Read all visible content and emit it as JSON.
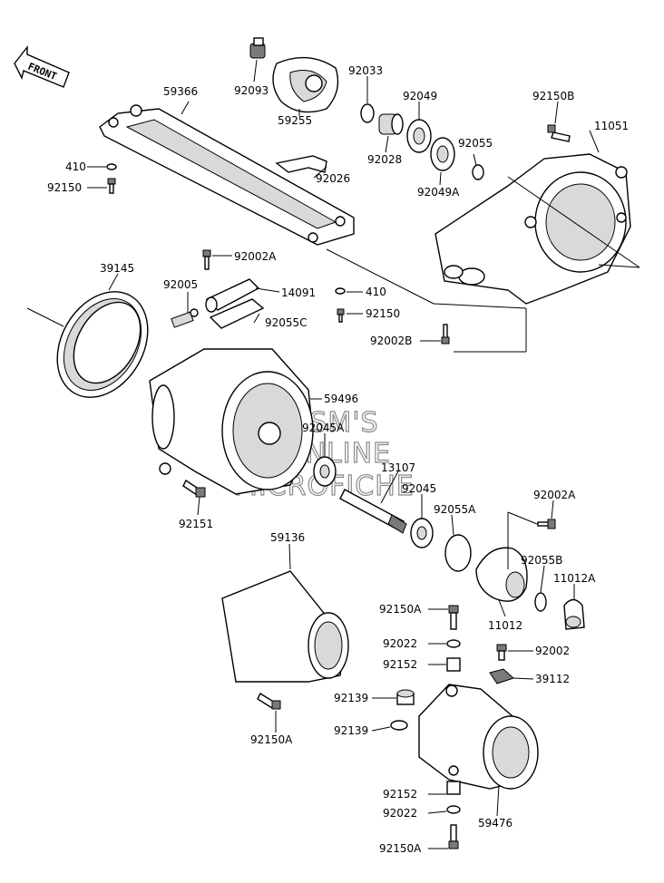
{
  "front_label": "FRONT",
  "watermark": [
    "HLSM'S",
    "ONLINE",
    "MICROFICHE"
  ],
  "part_labels": [
    {
      "id": "l-59366",
      "text": "59366"
    },
    {
      "id": "l-92093",
      "text": "92093"
    },
    {
      "id": "l-92033",
      "text": "92033"
    },
    {
      "id": "l-92049",
      "text": "92049"
    },
    {
      "id": "l-92150B",
      "text": "92150B"
    },
    {
      "id": "l-11051",
      "text": "11051"
    },
    {
      "id": "l-410a",
      "text": "410"
    },
    {
      "id": "l-92150a",
      "text": "92150"
    },
    {
      "id": "l-59255",
      "text": "59255"
    },
    {
      "id": "l-92028",
      "text": "92028"
    },
    {
      "id": "l-92055",
      "text": "92055"
    },
    {
      "id": "l-92026",
      "text": "92026"
    },
    {
      "id": "l-92049A",
      "text": "92049A"
    },
    {
      "id": "l-92002A-1",
      "text": "92002A"
    },
    {
      "id": "l-39145",
      "text": "39145"
    },
    {
      "id": "l-92005",
      "text": "92005"
    },
    {
      "id": "l-14091",
      "text": "14091"
    },
    {
      "id": "l-410b",
      "text": "410"
    },
    {
      "id": "l-92055C",
      "text": "92055C"
    },
    {
      "id": "l-92150b",
      "text": "92150"
    },
    {
      "id": "l-92002B",
      "text": "92002B"
    },
    {
      "id": "l-59496",
      "text": "59496"
    },
    {
      "id": "l-92045A",
      "text": "92045A"
    },
    {
      "id": "l-13107",
      "text": "13107"
    },
    {
      "id": "l-92045",
      "text": "92045"
    },
    {
      "id": "l-92002A-2",
      "text": "92002A"
    },
    {
      "id": "l-92055A",
      "text": "92055A"
    },
    {
      "id": "l-92151",
      "text": "92151"
    },
    {
      "id": "l-59136",
      "text": "59136"
    },
    {
      "id": "l-92055B",
      "text": "92055B"
    },
    {
      "id": "l-11012A",
      "text": "11012A"
    },
    {
      "id": "l-92150A-1",
      "text": "92150A"
    },
    {
      "id": "l-11012",
      "text": "11012"
    },
    {
      "id": "l-92022-1",
      "text": "92022"
    },
    {
      "id": "l-92002",
      "text": "92002"
    },
    {
      "id": "l-92152-1",
      "text": "92152"
    },
    {
      "id": "l-39112",
      "text": "39112"
    },
    {
      "id": "l-92139-1",
      "text": "92139"
    },
    {
      "id": "l-92139-2",
      "text": "92139"
    },
    {
      "id": "l-92150A-2",
      "text": "92150A"
    },
    {
      "id": "l-92152-2",
      "text": "92152"
    },
    {
      "id": "l-92022-2",
      "text": "92022"
    },
    {
      "id": "l-59476",
      "text": "59476"
    },
    {
      "id": "l-92150A-3",
      "text": "92150A"
    }
  ]
}
